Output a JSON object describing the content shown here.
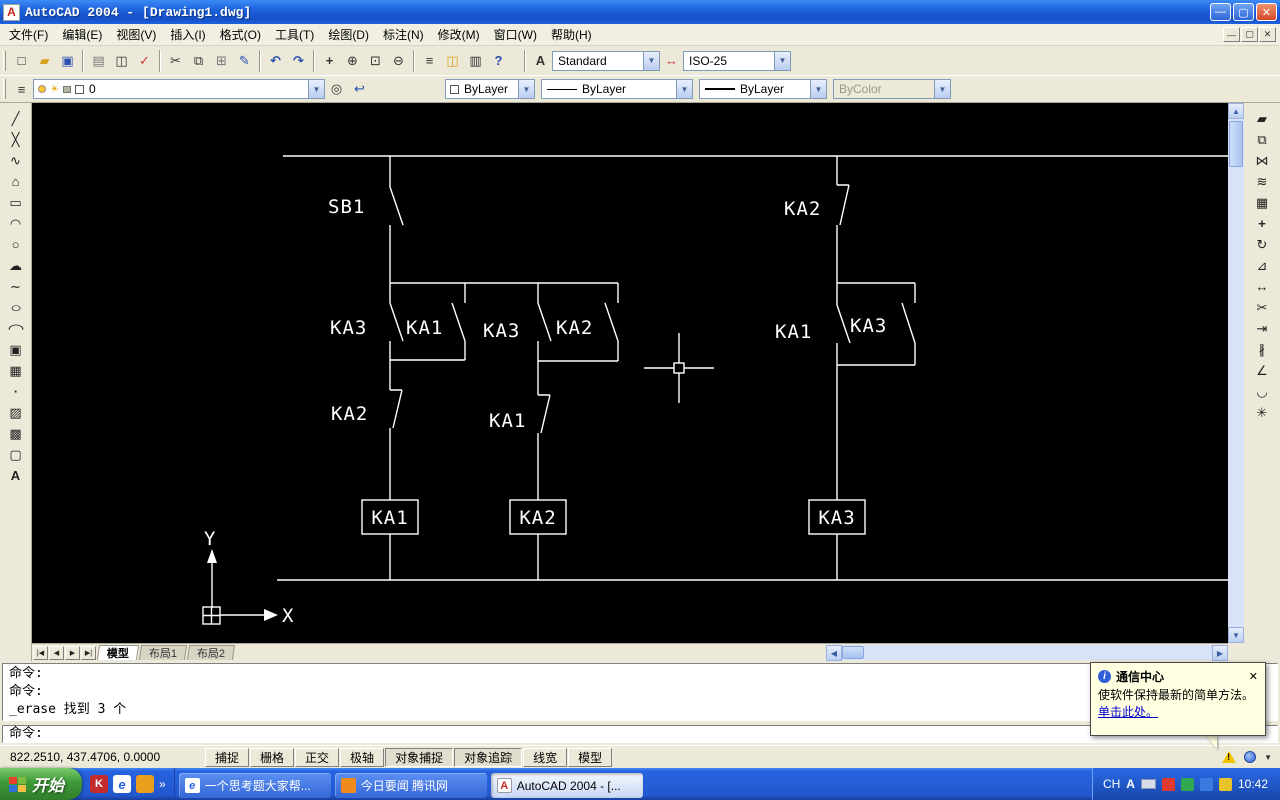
{
  "colors": {
    "titlebar_blue": "#1E63DE",
    "close_red": "#D2492A",
    "toolbar_bg": "#ECE9D8",
    "canvas_bg": "#000000",
    "drawing_stroke": "#FFFFFF",
    "taskbar_blue": "#2258CE",
    "start_green": "#3D9A37",
    "popup_bg": "#FFFFE1",
    "link_blue": "#0000CC"
  },
  "window": {
    "title": "AutoCAD 2004 - [Drawing1.dwg]"
  },
  "menu": {
    "items": [
      "文件(F)",
      "编辑(E)",
      "视图(V)",
      "插入(I)",
      "格式(O)",
      "工具(T)",
      "绘图(D)",
      "标注(N)",
      "修改(M)",
      "窗口(W)",
      "帮助(H)"
    ]
  },
  "toolbars": {
    "style_combo": "Standard",
    "dimstyle_combo": "ISO-25",
    "layer_combo": "0",
    "color_combo": "ByLayer",
    "linetype_combo": "ByLayer",
    "lineweight_combo": "ByLayer",
    "plotstyle_combo": "ByColor"
  },
  "icons": {
    "app": "A",
    "win_min": "—",
    "win_restore": "▢",
    "win_close": "✕",
    "mdi_min": "—",
    "mdi_restore": "▢",
    "mdi_close": "✕",
    "combo_arrow": "▼",
    "new_file": "□",
    "open_folder": "▰",
    "save": "▣",
    "print": "▤",
    "preview": "◫",
    "spell": "✓",
    "cut": "✂",
    "copy": "⧉",
    "paste": "⊞",
    "match_props": "✎",
    "undo": "↶",
    "redo": "↷",
    "pan": "+",
    "zoom_realtime": "⊕",
    "zoom_window": "⊡",
    "zoom_previous": "⊖",
    "properties": "≡",
    "design_center": "◫",
    "tool_palettes": "▥",
    "help": "?",
    "text_style": "A",
    "dim_style": "↔",
    "layers": "≡",
    "make_layer_current": "◎",
    "layer_previous": "↩",
    "sun": "☀",
    "line": "╱",
    "construction_line": "╳",
    "polyline": "∿",
    "polygon": "⌂",
    "rectangle": "▭",
    "arc": "◠",
    "circle": "○",
    "revcloud": "☁",
    "spline": "∼",
    "ellipse": "○",
    "ellipse_arc": "◠",
    "insert_block": "▣",
    "make_block": "▦",
    "point": "∙",
    "hatch": "▨",
    "gradient": "▩",
    "region": "▢",
    "mtext": "A",
    "erase": "▰",
    "copy_object": "⧉",
    "mirror": "⋈",
    "offset": "≋",
    "array": "▦",
    "move": "+",
    "rotate": "↻",
    "scale": "⊿",
    "stretch": "↔",
    "trim": "✂",
    "extend": "⇥",
    "break": "∦",
    "chamfer": "∠",
    "fillet": "◡",
    "explode": "✳",
    "scroll_up": "▲",
    "scroll_down": "▼",
    "scroll_left": "◀",
    "scroll_right": "▶",
    "tab_first": "|◀",
    "tab_prev": "◀",
    "tab_next": "▶",
    "tab_last": "▶|",
    "ie": "e",
    "chevron": "»",
    "status_arrow": "▼"
  },
  "canvas": {
    "labels": [
      {
        "text": "SB1"
      },
      {
        "text": "KA2"
      },
      {
        "text": "KA3"
      },
      {
        "text": "KA1"
      },
      {
        "text": "KA3"
      },
      {
        "text": "KA2"
      },
      {
        "text": "KA1"
      },
      {
        "text": "KA3"
      },
      {
        "text": "KA2"
      },
      {
        "text": "KA1"
      }
    ],
    "coils": [
      {
        "text": "KA1"
      },
      {
        "text": "KA2"
      },
      {
        "text": "KA3"
      }
    ],
    "ucs": {
      "x": "X",
      "y": "Y"
    }
  },
  "tabs": {
    "items": [
      "模型",
      "布局1",
      "布局2"
    ]
  },
  "command": {
    "lines": [
      "命令:",
      "命令:",
      "_erase 找到 3 个"
    ],
    "prompt": "命令:"
  },
  "statusbar": {
    "coordinates": "822.2510, 437.4706, 0.0000",
    "buttons": [
      "捕捉",
      "栅格",
      "正交",
      "极轴",
      "对象捕捉",
      "对象追踪",
      "线宽",
      "模型"
    ]
  },
  "popup": {
    "title": "通信中心",
    "body": "使软件保持最新的简单方法。",
    "link": "单击此处。"
  },
  "taskbar": {
    "start": "开始",
    "quick_launch_more": "»",
    "buttons": [
      "一个思考题大家帮...",
      "今日要闻 腾讯网",
      "AutoCAD 2004 - [..."
    ],
    "tray": {
      "lang": "CH",
      "time": "10:42"
    }
  }
}
